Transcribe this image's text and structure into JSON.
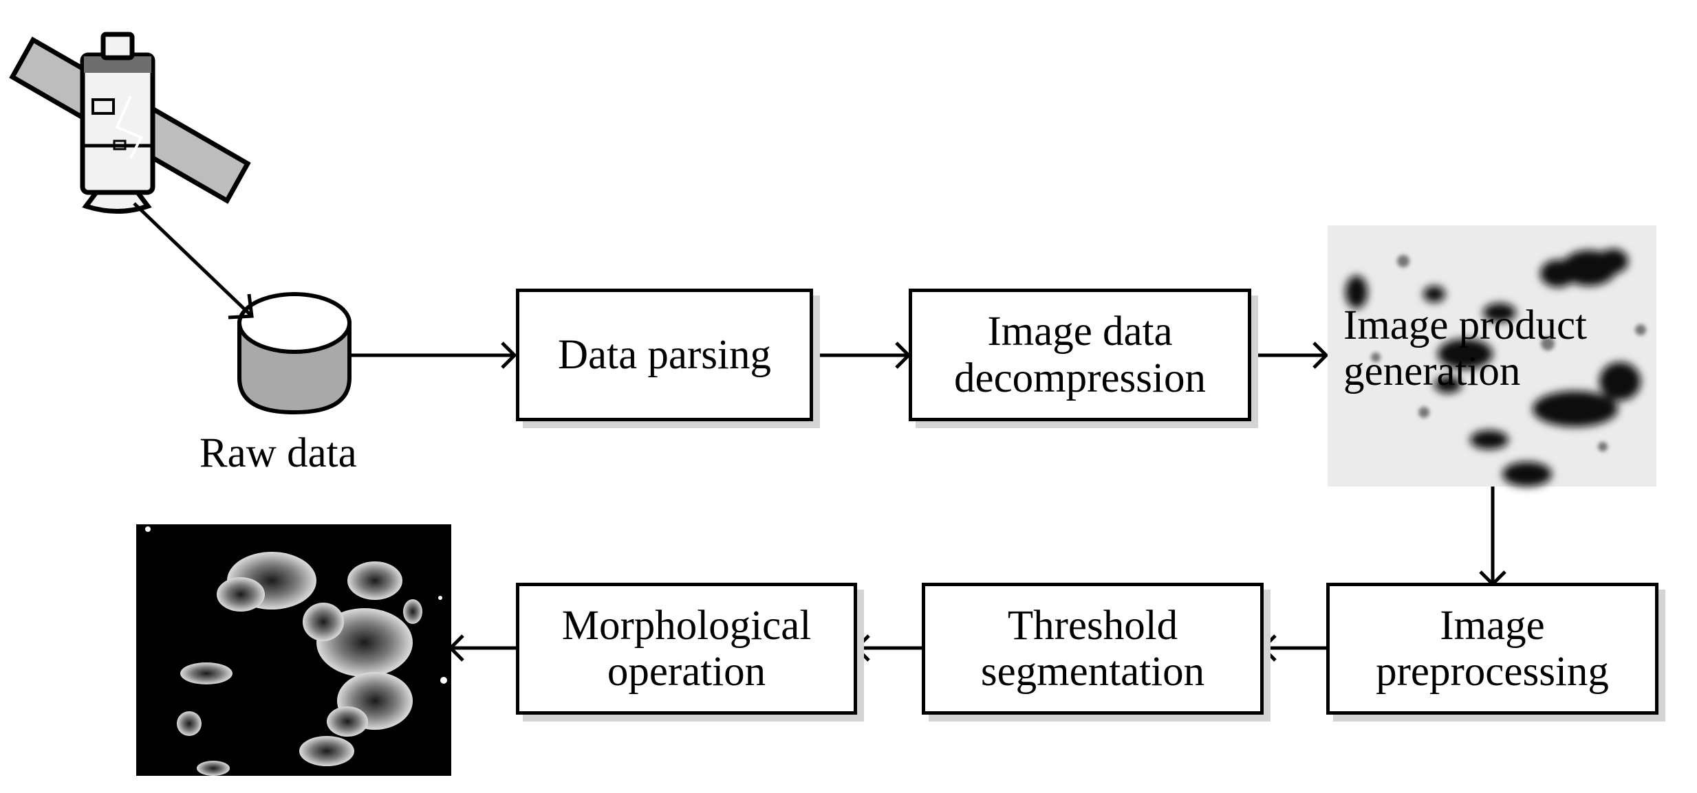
{
  "nodes": {
    "raw_data": "Raw data",
    "data_parsing": "Data parsing",
    "image_data_decompression": [
      "Image data",
      "decompression"
    ],
    "image_product_generation": [
      "Image product",
      "generation"
    ],
    "image_preprocessing": [
      "Image",
      "preprocessing"
    ],
    "threshold_segmentation": [
      "Threshold",
      "segmentation"
    ],
    "morphological_operation": [
      "Morphological",
      "operation"
    ]
  },
  "icons": {
    "source": "satellite-icon",
    "storage": "database-cylinder-icon",
    "input_image": "grayscale-satellite-cloud-image",
    "output_image": "binary-cloud-mask-image"
  },
  "colors": {
    "stroke": "#000000",
    "box_shadow": "#d4d4d4",
    "cylinder_fill": "#a9a9a9",
    "mask_background": "#000000"
  }
}
